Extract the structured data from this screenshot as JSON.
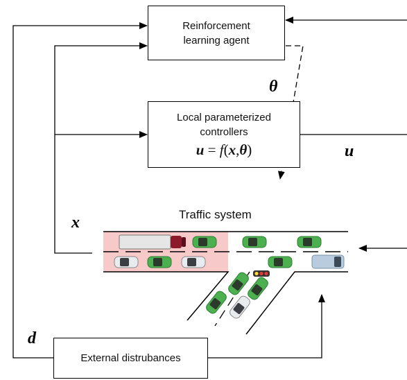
{
  "agent_box": {
    "line1": "Reinforcement",
    "line2": "learning agent"
  },
  "controller_box": {
    "line1": "Local parameterized",
    "line2": "controllers",
    "formula": {
      "u": "u",
      "eq": " = ",
      "f": "f",
      "open": "(",
      "x": "x",
      "comma": ",",
      "theta": "θ",
      "close": ")"
    }
  },
  "disturbance_box": {
    "label": "External distrubances"
  },
  "traffic": {
    "title": "Traffic system"
  },
  "signals": {
    "theta": "θ",
    "u": "u",
    "x": "x",
    "d": "d"
  },
  "colors": {
    "highlight_zone": "#f7c9c9",
    "car_green": "#4caf50",
    "car_white": "#e8ecef",
    "truck_cab": "#8b1a2b",
    "truck_trailer": "#e6e6e6",
    "van_blue": "#b9ccdd",
    "light_red": "#e53935",
    "light_yellow": "#fdd835"
  }
}
